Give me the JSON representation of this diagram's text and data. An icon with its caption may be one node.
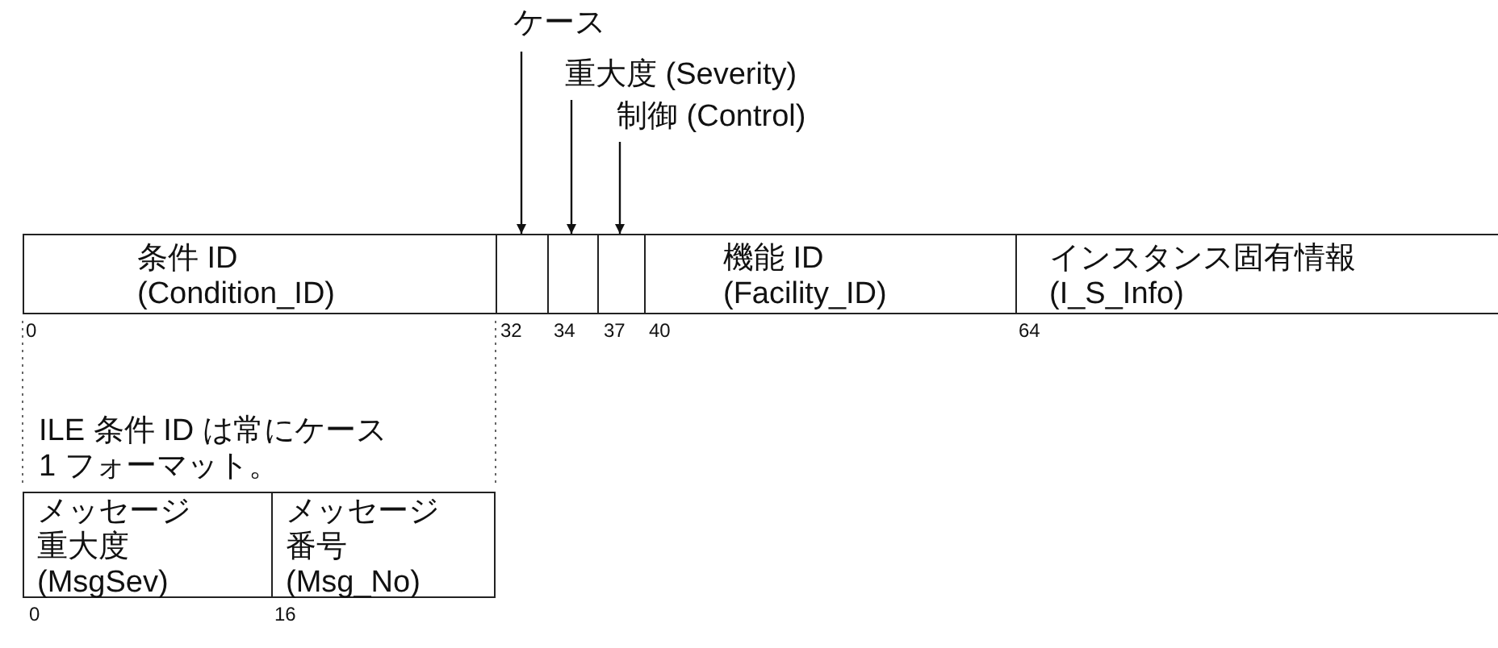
{
  "diagram": {
    "nodes": [
      {
        "text": [
          "ケース"
        ]
      },
      {
        "text": [
          "重大度 (Severity)"
        ]
      },
      {
        "text": [
          "制御 (Control)"
        ]
      },
      {
        "text": [
          "条件 ID (Condition_ID)"
        ]
      },
      {
        "text": [],
        "shape": "box"
      },
      {
        "text": [],
        "shape": "box"
      },
      {
        "text": [],
        "shape": "box"
      },
      {
        "text": [
          "機能 ID (Facility_ID)"
        ]
      },
      {
        "text": [
          "インスタンス固有情報 (I_S_Info)"
        ]
      },
      {
        "text": [
          "メッセージ重大度 (MsgSev)"
        ]
      },
      {
        "text": [
          "メッセージ番号 (Msg_No)"
        ]
      }
    ],
    "edges": [
      {
        "from": 0,
        "to": 4,
        "arrow": "to"
      },
      {
        "from": 1,
        "to": 5,
        "arrow": "to"
      },
      {
        "from": 2,
        "to": 6,
        "arrow": "to"
      }
    ],
    "labels": [
      "0",
      "32",
      "34",
      "37",
      "40",
      "64",
      "ILE 条件 ID は常にケース 1 フォーマット。",
      "0",
      "16"
    ]
  }
}
